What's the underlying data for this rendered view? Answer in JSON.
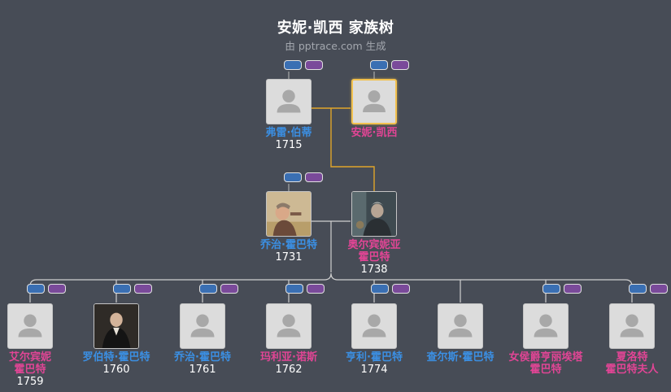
{
  "header": {
    "title": "安妮·凯西 家族树",
    "subtitle": "由 pptrace.com 生成"
  },
  "colors": {
    "background": "#474c56",
    "male": "#3b8fe3",
    "female": "#e14595",
    "spouse_link": "#e0a52a",
    "child_link": "#c8c8c8"
  },
  "people": {
    "frederick": {
      "name": "弗雷·伯蒂",
      "year": "1715",
      "gender": "male",
      "photo": "placeholder"
    },
    "annie": {
      "name": "安妮·凯西",
      "year": "",
      "gender": "female",
      "photo": "placeholder"
    },
    "george_sr": {
      "name": "乔治·霍巴特",
      "year": "1731",
      "gender": "male",
      "photo": "portrait"
    },
    "albinia": {
      "name_lines": [
        "奥尔宾妮亚",
        "霍巴特"
      ],
      "year": "1738",
      "gender": "female",
      "photo": "portrait"
    },
    "children": [
      {
        "name_lines": [
          "艾尔宾妮",
          "霍巴特"
        ],
        "year": "1759",
        "gender": "female",
        "photo": "placeholder"
      },
      {
        "name_lines": [
          "罗伯特·霍巴特"
        ],
        "year": "1760",
        "gender": "male",
        "photo": "portrait"
      },
      {
        "name_lines": [
          "乔治·霍巴特"
        ],
        "year": "1761",
        "gender": "male",
        "photo": "placeholder"
      },
      {
        "name_lines": [
          "玛利亚·诺斯"
        ],
        "year": "1762",
        "gender": "female",
        "photo": "placeholder"
      },
      {
        "name_lines": [
          "亨利·霍巴特"
        ],
        "year": "1774",
        "gender": "male",
        "photo": "placeholder"
      },
      {
        "name_lines": [
          "查尔斯·霍巴特"
        ],
        "year": "",
        "gender": "male",
        "photo": "placeholder"
      },
      {
        "name_lines": [
          "女侯爵亨丽埃塔",
          "霍巴特"
        ],
        "year": "",
        "gender": "female",
        "photo": "placeholder"
      },
      {
        "name_lines": [
          "夏洛特",
          "霍巴特夫人"
        ],
        "year": "",
        "gender": "female",
        "photo": "placeholder"
      }
    ]
  }
}
